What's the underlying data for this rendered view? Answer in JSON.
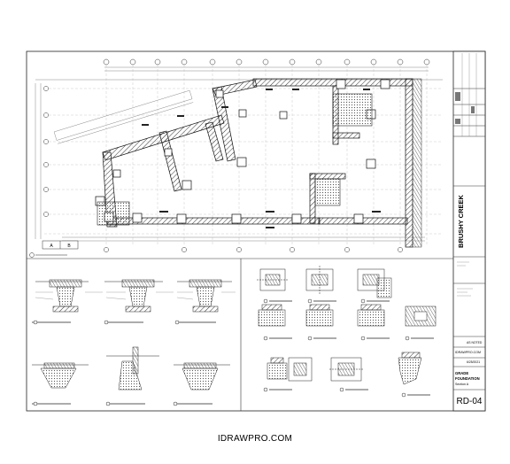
{
  "drawing": {
    "project_name": "BRUSHY CREEK",
    "sheet_title_line1": "GRADE",
    "sheet_title_line2": "FOUNDATION",
    "sheet_title_line3": "Section A",
    "sheet_number": "RD-04",
    "website": "IDRAWPRO.COM",
    "date": "6/25/2021",
    "scale_note": "AS NOTED",
    "legend_a": "A",
    "legend_b": "B"
  },
  "watermark": "IDRAWPRO.COM"
}
